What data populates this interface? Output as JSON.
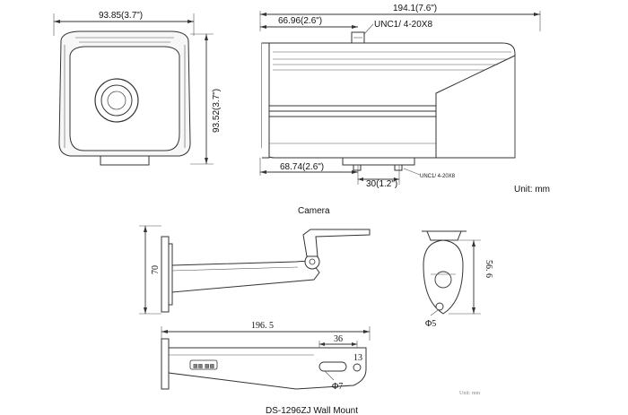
{
  "camera_front": {
    "width_label": "93.85(3.7\")",
    "height_label": "93.52(3.7\")"
  },
  "camera_side": {
    "length_label": "194.1(7.6\")",
    "front_offset_label": "66.96(2.6\")",
    "thread_top_label": "UNC1/ 4-20X8",
    "rear_offset_label": "68.74(2.6\")",
    "mount_width_label": "30(1.2\")",
    "thread_bottom_label": "UNC1/ 4-20X8",
    "unit_label": "Unit: mm"
  },
  "camera_caption": "Camera",
  "wall_mount": {
    "height_label": "70",
    "length_label": "196. 5",
    "slot_label": "36",
    "hole_label": "13",
    "diameter_label": "Φ7",
    "side_height_label": "56. 6",
    "side_diameter_label": "Φ5",
    "unit_label": "Unit: mm",
    "caption": "DS-1296ZJ Wall Mount"
  }
}
